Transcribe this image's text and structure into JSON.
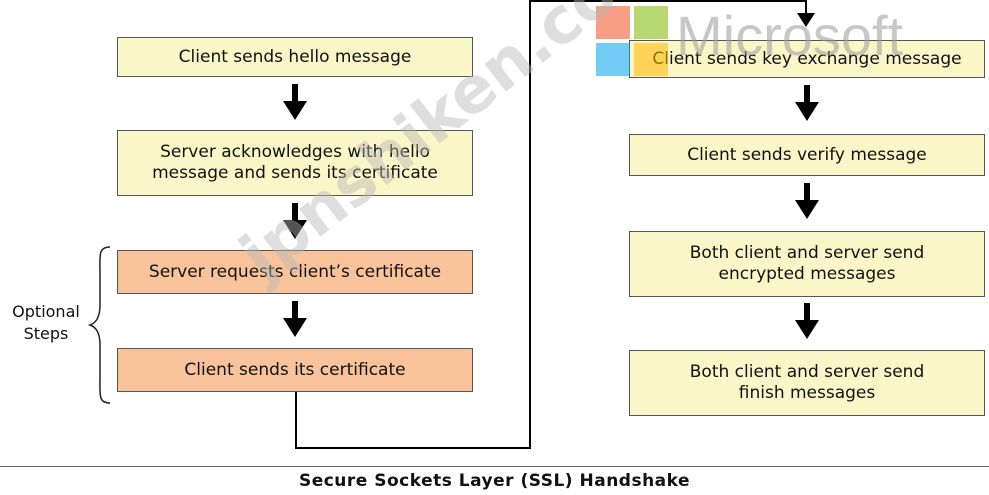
{
  "steps": {
    "client_hello": "Client sends hello message",
    "server_ack": "Server acknowledges with hello message and sends its certificate",
    "server_requests_cert": "Server requests client’s certificate",
    "client_sends_cert": "Client sends its certificate",
    "client_key_exchange": "Client sends key exchange message",
    "client_verify": "Client sends verify message",
    "encrypted_messages": "Both client and server send encrypted messages",
    "finish_messages": "Both client and server send finish messages"
  },
  "optional_steps_label": "Optional Steps",
  "caption": "Secure Sockets Layer (SSL) Handshake",
  "watermark": {
    "brand": "Microsoft",
    "site": "jpnshiken.com"
  },
  "colors": {
    "yellow_box": "#fbf6c8",
    "orange_box": "#f8c39a"
  }
}
